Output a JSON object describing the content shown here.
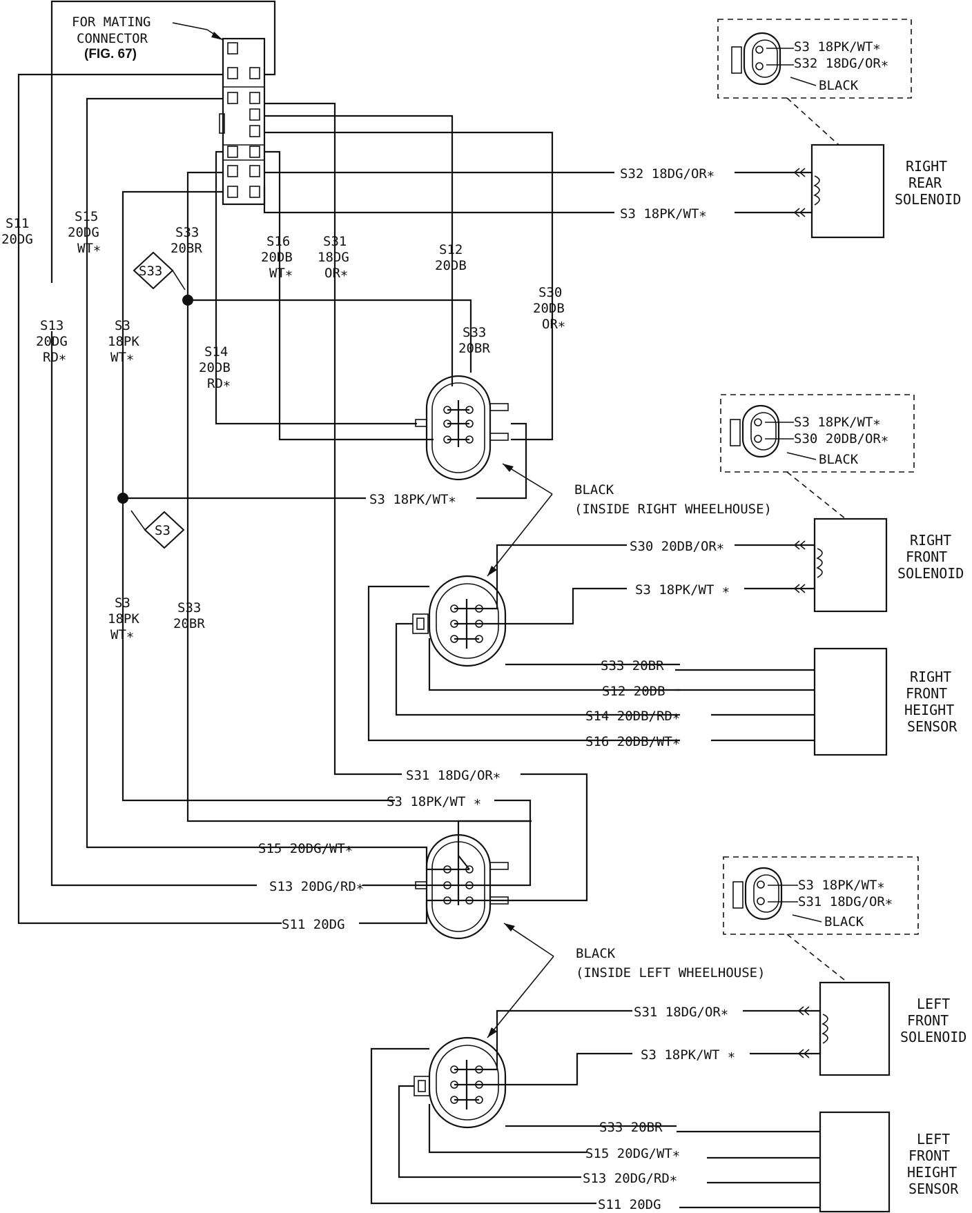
{
  "header": {
    "mating_label_lines": [
      "FOR MATING",
      "CONNECTOR",
      "(FIG. 67)"
    ]
  },
  "left_labels": [
    {
      "id": "s11",
      "lines": [
        "S11",
        "20DG"
      ]
    },
    {
      "id": "s15",
      "lines": [
        "S15",
        "20DG",
        "WT∗"
      ]
    },
    {
      "id": "s33a",
      "lines": [
        "S33",
        "20BR"
      ]
    },
    {
      "id": "s16",
      "lines": [
        "S16",
        "20DB",
        "WT∗"
      ]
    },
    {
      "id": "s31",
      "lines": [
        "S31",
        "18DG",
        "OR∗"
      ]
    },
    {
      "id": "s12",
      "lines": [
        "S12",
        "20DB"
      ]
    },
    {
      "id": "s30",
      "lines": [
        "S30",
        "20DB",
        "OR∗"
      ]
    },
    {
      "id": "s13",
      "lines": [
        "S13",
        "20DG",
        "RD∗"
      ]
    },
    {
      "id": "s3a",
      "lines": [
        "S3",
        "18PK",
        "WT∗"
      ]
    },
    {
      "id": "s33b",
      "lines": [
        "S33",
        "20BR"
      ]
    },
    {
      "id": "s14",
      "lines": [
        "S14",
        "20DB",
        "RD∗"
      ]
    },
    {
      "id": "s3b",
      "lines": [
        "S3",
        "18PK",
        "WT∗"
      ]
    },
    {
      "id": "s33c",
      "lines": [
        "S33",
        "20BR"
      ]
    }
  ],
  "splices": {
    "s33": "S33",
    "s3": "S3"
  },
  "wires": {
    "rr_s32": "S32 18DG/OR∗",
    "rr_s3": "S3 18PK/WT∗",
    "mid_s3": "S3 18PK/WT∗",
    "rf_s30": "S30 20DB/OR∗",
    "rf_s3": "S3 18PK/WT ∗",
    "rfh_s33": "S33 20BR",
    "rfh_s12": "S12 20DB",
    "rfh_s14": "S14 20DB/RD∗",
    "rfh_s16": "S16 20DB/WT∗",
    "lw_s31": "S31 18DG/OR∗",
    "lw_s3": "S3 18PK/WT ∗",
    "lw_s15": "S15 20DG/WT∗",
    "lw_s13": "S13 20DG/RD∗",
    "lw_s11": "S11 20DG",
    "lf_s31": "S31 18DG/OR∗",
    "lf_s3": "S3 18PK/WT ∗",
    "lfh_s33": "S33 20BR",
    "lfh_s15": "S15 20DG/WT∗",
    "lfh_s13": "S13 20DG/RD∗",
    "lfh_s11": "S11 20DG"
  },
  "connectors": {
    "right_wheelhouse": [
      "BLACK",
      "(INSIDE RIGHT WHEELHOUSE)"
    ],
    "left_wheelhouse": [
      "BLACK",
      "(INSIDE LEFT WHEELHOUSE)"
    ]
  },
  "insets": {
    "rear": {
      "pin1": "S3 18PK/WT∗",
      "pin2": "S32 18DG/OR∗",
      "color": "BLACK"
    },
    "front": {
      "pin1": "S3 18PK/WT∗",
      "pin2": "S30 20DB/OR∗",
      "color": "BLACK"
    },
    "left": {
      "pin1": "S3 18PK/WT∗",
      "pin2": "S31 18DG/OR∗",
      "color": "BLACK"
    }
  },
  "components": {
    "right_rear_solenoid": [
      "RIGHT",
      "REAR",
      "SOLENOID"
    ],
    "right_front_solenoid": [
      "RIGHT",
      "FRONT",
      "SOLENOID"
    ],
    "right_front_height_sensor": [
      "RIGHT",
      "FRONT",
      "HEIGHT",
      "SENSOR"
    ],
    "left_front_solenoid": [
      "LEFT",
      "FRONT",
      "SOLENOID"
    ],
    "left_front_height_sensor": [
      "LEFT",
      "FRONT",
      "HEIGHT",
      "SENSOR"
    ]
  }
}
